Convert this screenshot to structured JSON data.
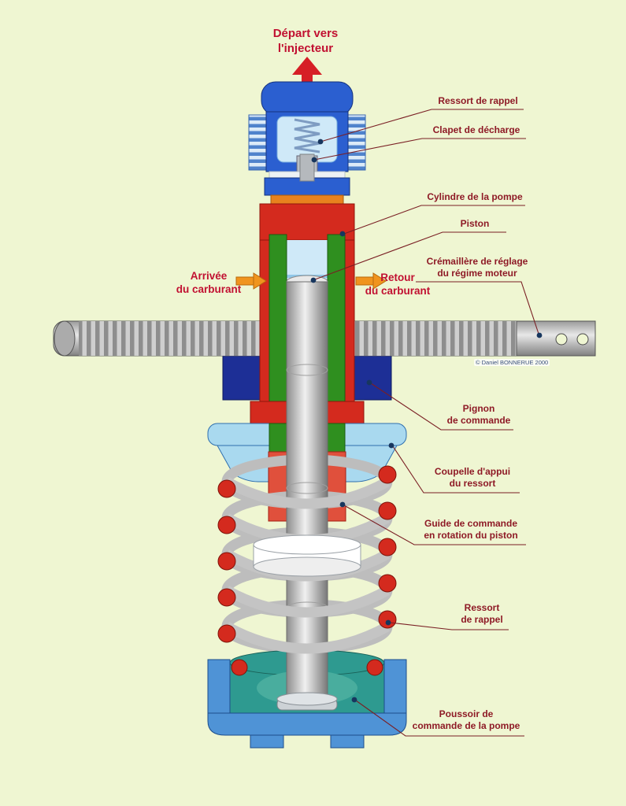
{
  "labels": {
    "depart": "Départ vers\nl'injecteur",
    "ressort_rappel_haut": "Ressort de rappel",
    "clapet_decharge": "Clapet de décharge",
    "cylindre_pompe": "Cylindre de la pompe",
    "piston": "Piston",
    "cremaillere": "Crémaillère de réglage\ndu régime moteur",
    "arrivee_carburant": "Arrivée\ndu carburant",
    "retour_carburant": "Retour\ndu carburant",
    "pignon_commande": "Pignon\nde commande",
    "coupelle_appui": "Coupelle d'appui\ndu ressort",
    "guide_commande": "Guide de commande\nen rotation du piston",
    "ressort_rappel_bas": "Ressort\nde rappel",
    "poussoir": "Poussoir de\ncommande de la pompe",
    "copyright": "© Daniel BONNERUE 2000"
  },
  "colors": {
    "background": "#eff6d2",
    "label_maroon": "#8e1a26",
    "accent_red": "#c11031",
    "arrow_orange": "#f0941e",
    "pump_red": "#d42a1e",
    "barrel_green": "#2f8f1f",
    "cap_blue": "#2b5fd0",
    "pinion_navy": "#1d2f96",
    "cup_light_blue": "#a9d9ef",
    "tappet_teal": "#2e9a90"
  }
}
